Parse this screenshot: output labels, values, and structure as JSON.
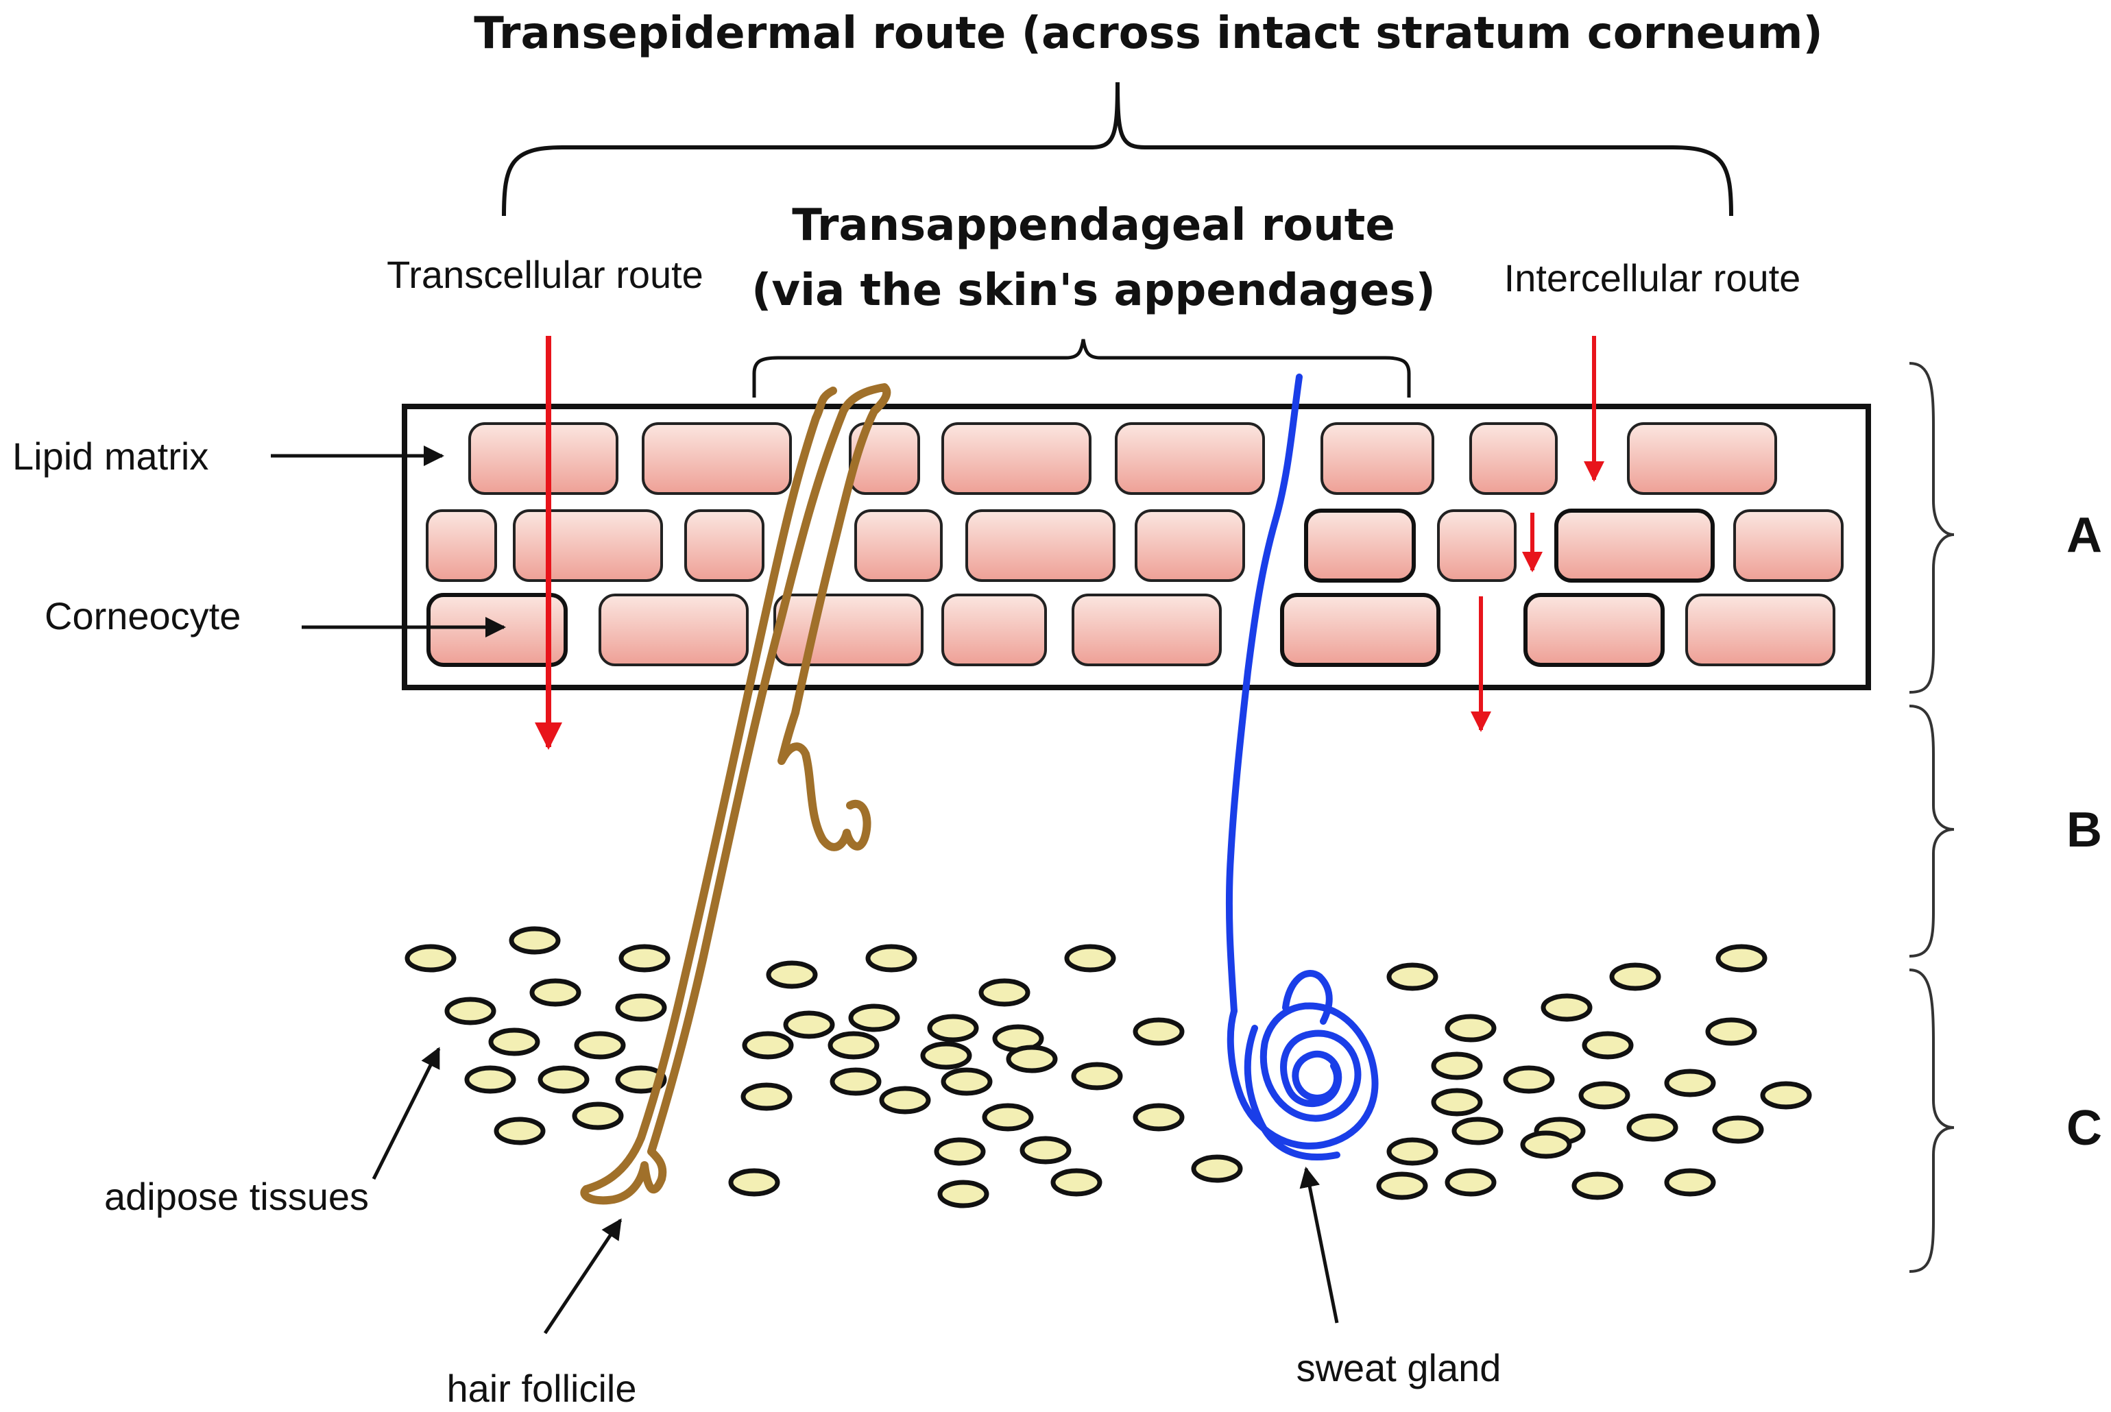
{
  "titles": {
    "transepidermal": "Transepidermal route (across intact stratum corneum)",
    "transappendageal_line1": "Transappendageal route",
    "transappendageal_line2": "(via the skin's appendages)"
  },
  "routes": {
    "transcellular": "Transcellular route",
    "intercellular": "Intercellular route"
  },
  "labels": {
    "lipid_matrix": "Lipid matrix",
    "corneocyte": "Corneocyte",
    "adipose_tissues": "adipose tissues",
    "hair_follicle": "hair follicile",
    "sweat_gland": "sweat gland"
  },
  "layers": {
    "a": "A",
    "b": "B",
    "c": "C"
  },
  "colors": {
    "route_arrow": "#e8141b",
    "hair": "#a0702a",
    "sweat_gland": "#1a3ee8",
    "corneocyte_fill_top": "#fbe3dd",
    "corneocyte_fill_bottom": "#eea49a",
    "adipose_fill": "#f3efb4"
  }
}
